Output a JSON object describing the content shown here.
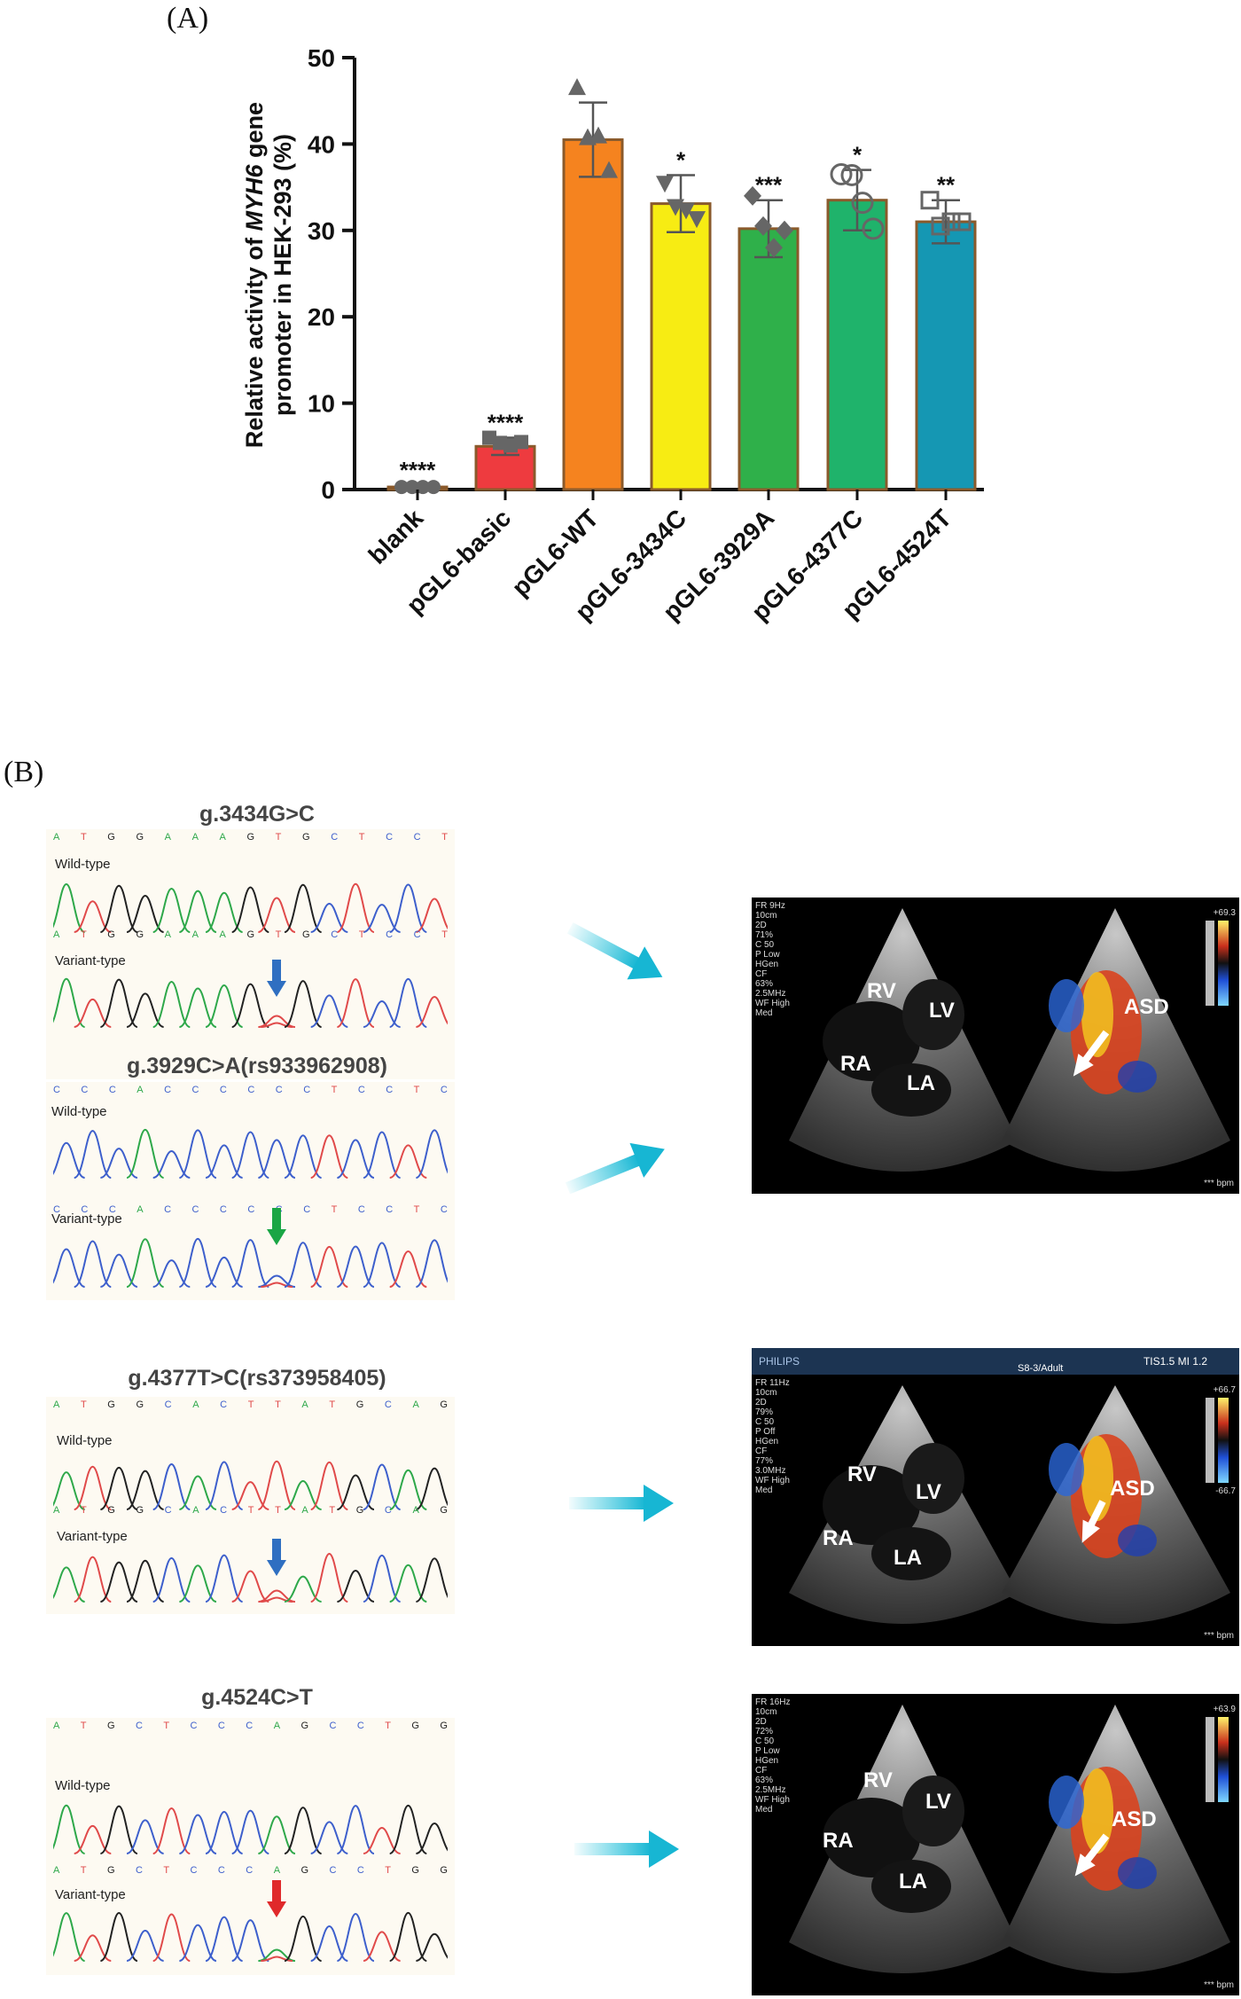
{
  "panel_a_label": "(A)",
  "panel_b_label": "(B)",
  "chart_data": {
    "type": "bar",
    "ylabel_line1_pre": "Relative activity of ",
    "ylabel_line1_italic": "MYH6",
    "ylabel_line1_post": " gene",
    "ylabel_line2": "promoter in HEK-293 (%)",
    "ylim": [
      0,
      50
    ],
    "yticks": [
      "0",
      "10",
      "20",
      "30",
      "40",
      "50"
    ],
    "categories": [
      "blank",
      "pGL6-basic",
      "pGL6-WT",
      "pGL6-3434C",
      "pGL6-3929A",
      "pGL6-4377C",
      "pGL6-4524T"
    ],
    "values": [
      0.3,
      5.0,
      40.5,
      33.1,
      30.2,
      33.5,
      31.0
    ],
    "errors": [
      0.2,
      1.0,
      4.3,
      3.3,
      3.3,
      3.5,
      2.5
    ],
    "significance": [
      "****",
      "****",
      "",
      "*",
      "***",
      "*",
      "**"
    ],
    "colors": [
      "#7a7a7a",
      "#ee3b3f",
      "#f5831f",
      "#f7ec13",
      "#2fb04a",
      "#1fb36b",
      "#1597b3"
    ],
    "points": [
      [
        0.3,
        0.3,
        0.3,
        0.3
      ],
      [
        6.0,
        5.4,
        5.1,
        5.5
      ],
      [
        46.5,
        40.7,
        40.9,
        36.9
      ],
      [
        35.5,
        32.8,
        32.4,
        31.4
      ],
      [
        34.0,
        30.5,
        28.0,
        30.0
      ],
      [
        36.5,
        36.4,
        33.2,
        30.2
      ],
      [
        33.5,
        30.5,
        31.0,
        31.0
      ]
    ],
    "markers": [
      "circle",
      "square",
      "triangle-up",
      "triangle-down",
      "diamond",
      "open-circle",
      "open-square"
    ],
    "grid": false
  },
  "panel_b": {
    "mutations": [
      {
        "title": "g.3434G>C",
        "wild_label": "Wild-type",
        "variant_label": "Variant-type",
        "bases": "ATGGAAAGTGCTCCT",
        "arrow_color": "#2f6fc1"
      },
      {
        "title": "g.3929C>A(rs933962908)",
        "wild_label": "Wild-type",
        "variant_label": "Variant-type",
        "bases": "CCCACCCCCCTCCTC",
        "arrow_color": "#1aa645"
      },
      {
        "title": "g.4377T>C(rs373958405)",
        "wild_label": "Wild-type",
        "variant_label": "Variant-type",
        "bases": "ATGGCACTTATGCAG",
        "arrow_color": "#2f6fc1"
      },
      {
        "title": "g.4524C>T",
        "wild_label": "Wild-type",
        "variant_label": "Variant-type",
        "bases": "ATGCTCCCAGCCTGG",
        "arrow_color": "#e0292b"
      }
    ],
    "echos": [
      {
        "header": [
          "FR 9Hz",
          "10cm",
          "2D",
          "71%",
          "C 50",
          "P Low",
          "HGen",
          "CF",
          "63%",
          "2.5MHz",
          "WF High",
          "Med"
        ],
        "scale_top": "+69.3",
        "bpm": "*** bpm",
        "labels": [
          "RV",
          "LV",
          "RA",
          "LA",
          "ASD"
        ]
      },
      {
        "brand": "PHILIPS",
        "probe": "S8-3/Adult",
        "index": "TIS1.5  MI 1.2",
        "header": [
          "FR 11Hz",
          "10cm",
          "2D",
          "79%",
          "C 50",
          "P Off",
          "HGen",
          "CF",
          "77%",
          "3.0MHz",
          "WF High",
          "Med"
        ],
        "scale_top": "+66.7",
        "scale_bottom": "-66.7",
        "bpm": "*** bpm",
        "labels": [
          "RV",
          "LV",
          "RA",
          "LA",
          "ASD"
        ]
      },
      {
        "header": [
          "FR 16Hz",
          "10cm",
          "2D",
          "72%",
          "C 50",
          "P Low",
          "HGen",
          "CF",
          "63%",
          "2.5MHz",
          "WF High",
          "Med"
        ],
        "scale_top": "+63.9",
        "bpm": "*** bpm",
        "labels": [
          "RV",
          "LV",
          "RA",
          "LA",
          "ASD"
        ]
      }
    ]
  }
}
